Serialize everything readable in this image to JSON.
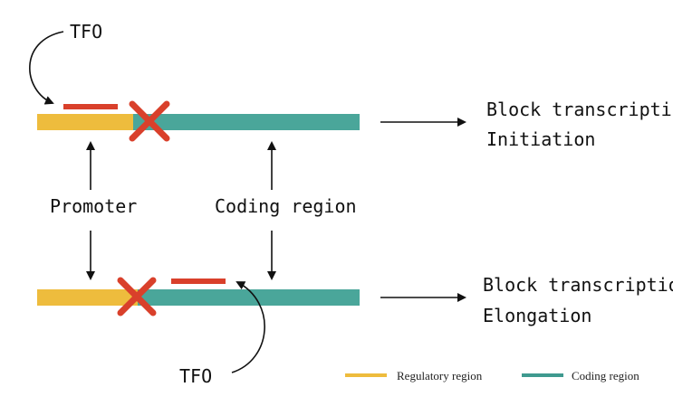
{
  "labels": {
    "tfo_top": "TFO",
    "tfo_bottom": "TFO",
    "promoter": "Promoter",
    "coding_region": "Coding region",
    "result_top_line1": "Block transcription",
    "result_top_line2": "Initiation",
    "result_bottom_line1": "Block transcription",
    "result_bottom_line2": "Elongation"
  },
  "legend": {
    "items": [
      {
        "label": "Regulatory region",
        "color": "#eebc3d"
      },
      {
        "label": "Coding region",
        "color": "#3f9a8f"
      }
    ]
  },
  "colors": {
    "regulatory": "#eebc3d",
    "coding": "#4aa69a",
    "tfo": "#d9402b",
    "block_x": "#d9402b",
    "arrow": "#111111"
  },
  "icons": {
    "block_marker": "x-cross-icon"
  }
}
